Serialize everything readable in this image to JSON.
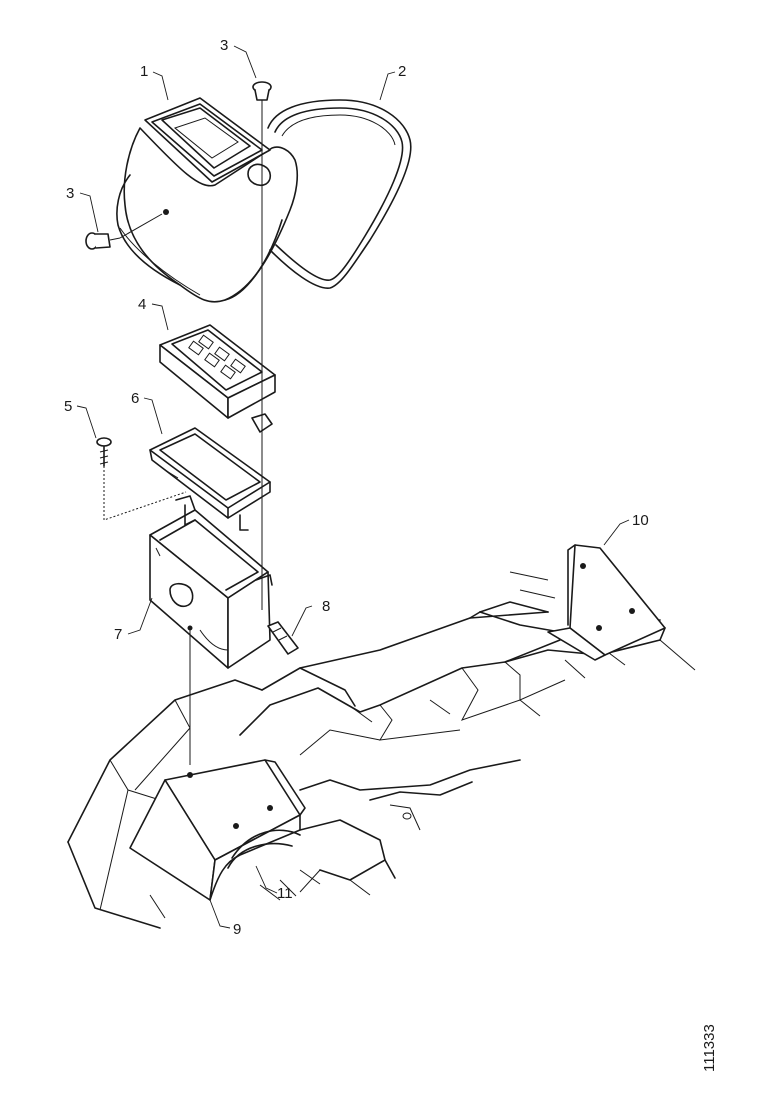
{
  "callouts": [
    {
      "id": "c1",
      "text": "1"
    },
    {
      "id": "c2",
      "text": "2"
    },
    {
      "id": "c3a",
      "text": "3"
    },
    {
      "id": "c3b",
      "text": "3"
    },
    {
      "id": "c4",
      "text": "4"
    },
    {
      "id": "c5",
      "text": "5"
    },
    {
      "id": "c6",
      "text": "6"
    },
    {
      "id": "c7",
      "text": "7"
    },
    {
      "id": "c8",
      "text": "8"
    },
    {
      "id": "c9",
      "text": "9"
    },
    {
      "id": "c10",
      "text": "10"
    },
    {
      "id": "c11",
      "text": "11"
    }
  ],
  "figure_number": "111333"
}
